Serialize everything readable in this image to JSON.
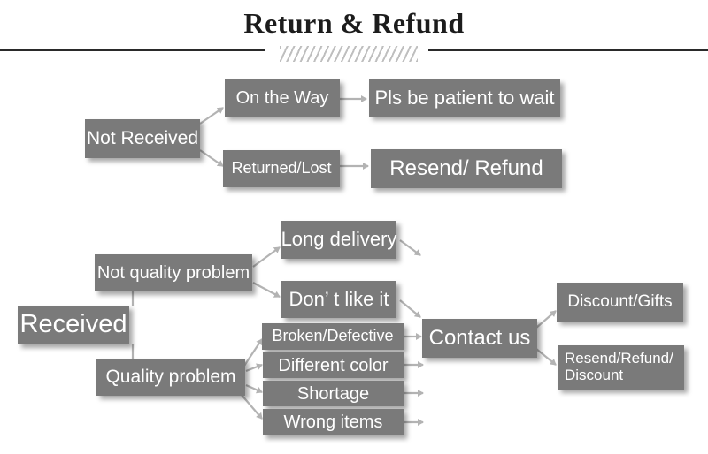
{
  "header": {
    "title": "Return & Refund"
  },
  "diagram": {
    "not_received": "Not Received",
    "on_the_way": "On the Way",
    "be_patient": "Pls be patient to wait",
    "returned_lost": "Returned/Lost",
    "resend_refund": "Resend/ Refund",
    "received": "Received",
    "not_quality_problem": "Not quality problem",
    "long_delivery": "Long delivery",
    "dont_like_it": "Don’ t like it",
    "quality_problem": "Quality problem",
    "broken_defective": "Broken/Defective",
    "different_color": "Different color",
    "shortage": "Shortage",
    "wrong_items": "Wrong items",
    "contact_us": "Contact us",
    "discount_gifts": "Discount/Gifts",
    "resend_refund_discount": "Resend/Refund/ Discount"
  },
  "colors": {
    "node_fill": "#7a7a7a",
    "node_text": "#ffffff",
    "connector": "#b3b3b3"
  }
}
